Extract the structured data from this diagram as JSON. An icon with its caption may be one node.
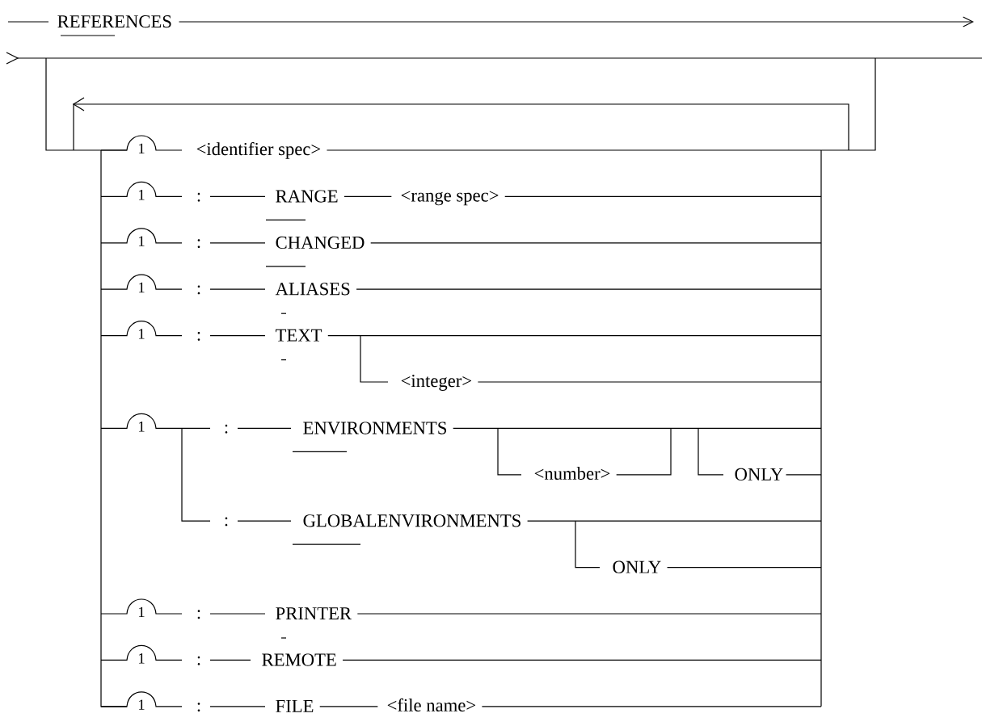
{
  "diagram": {
    "labels": [
      "REFERENCES",
      "1",
      "<identifier spec>",
      "1",
      ":",
      "RANGE",
      "<range spec>",
      "1",
      ":",
      "CHANGED",
      "1",
      ":",
      "ALIASES",
      "1",
      ":",
      "TEXT",
      "<integer>",
      "1",
      ":",
      "ENVIRONMENTS",
      "<number>",
      "ONLY",
      ":",
      "GLOBALENVIRONMENTS",
      "ONLY",
      "1",
      ":",
      "PRINTER",
      "1",
      ":",
      "REMOTE",
      "1",
      ":",
      "FILE",
      "<file name>"
    ]
  }
}
